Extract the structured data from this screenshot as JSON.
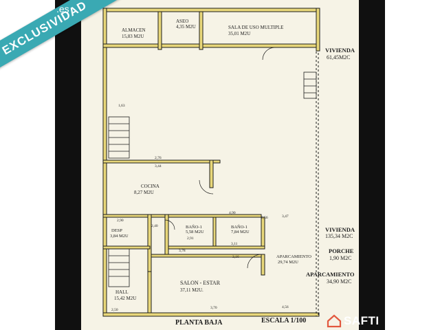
{
  "banner": {
    "label": "EXCLUSIVIDAD",
    "site_tld": ".es"
  },
  "plan": {
    "title": "PLANTA BAJA",
    "scale": "ESCALA 1/100",
    "rooms": {
      "almacen": {
        "name": "ALMACEN",
        "area": "15,83 M2U"
      },
      "aseo": {
        "name": "ASEO",
        "area": "4,35 M2U"
      },
      "sala": {
        "name": "SALA DE USO MULTIPLE",
        "area": "35,01 M2U"
      },
      "cocina": {
        "name": "COCINA",
        "area": "8,27 M2U"
      },
      "despacho": {
        "name": "DESP",
        "area": "3,84 M2U"
      },
      "bano1a": {
        "name": "BAÑO-1",
        "area": "5,58 M2U"
      },
      "bano1b": {
        "name": "BAÑO-1",
        "area": "7,84 M2U"
      },
      "hall": {
        "name": "HALL",
        "area": "15,42 M2U"
      },
      "salon": {
        "name": "SALON - ESTAR",
        "area": "37,11 M2U."
      },
      "aparcamiento_in": {
        "name": "APARCAMIENTO",
        "area": "29,74 M2U"
      }
    },
    "summary": {
      "vivienda_top": {
        "name": "VIVIENDA",
        "area": "61,45M2C"
      },
      "vivienda_mid": {
        "name": "VIVIENDA",
        "area": "135,34 M2C"
      },
      "porche": {
        "name": "PORCHE",
        "area": "1,90 M2C"
      },
      "aparcamiento": {
        "name": "APARCAMIENTO",
        "area": "34,90 M2C"
      }
    },
    "dimensions": [
      "1,63",
      "2,76",
      "3,44",
      "6,56",
      "4,90",
      "2,90",
      "2,40",
      "2,91",
      "3,78",
      "3,16",
      "2,50",
      "3,70",
      "4,56",
      "3,11",
      "3,47"
    ]
  },
  "logo": {
    "text": "SAFTI"
  },
  "colors": {
    "ribbon": "#3aa9b3",
    "paper": "#f6f3e6",
    "wall_fill": "#e8d77a",
    "ink": "#1c1c1c",
    "backdrop": "#101010"
  }
}
